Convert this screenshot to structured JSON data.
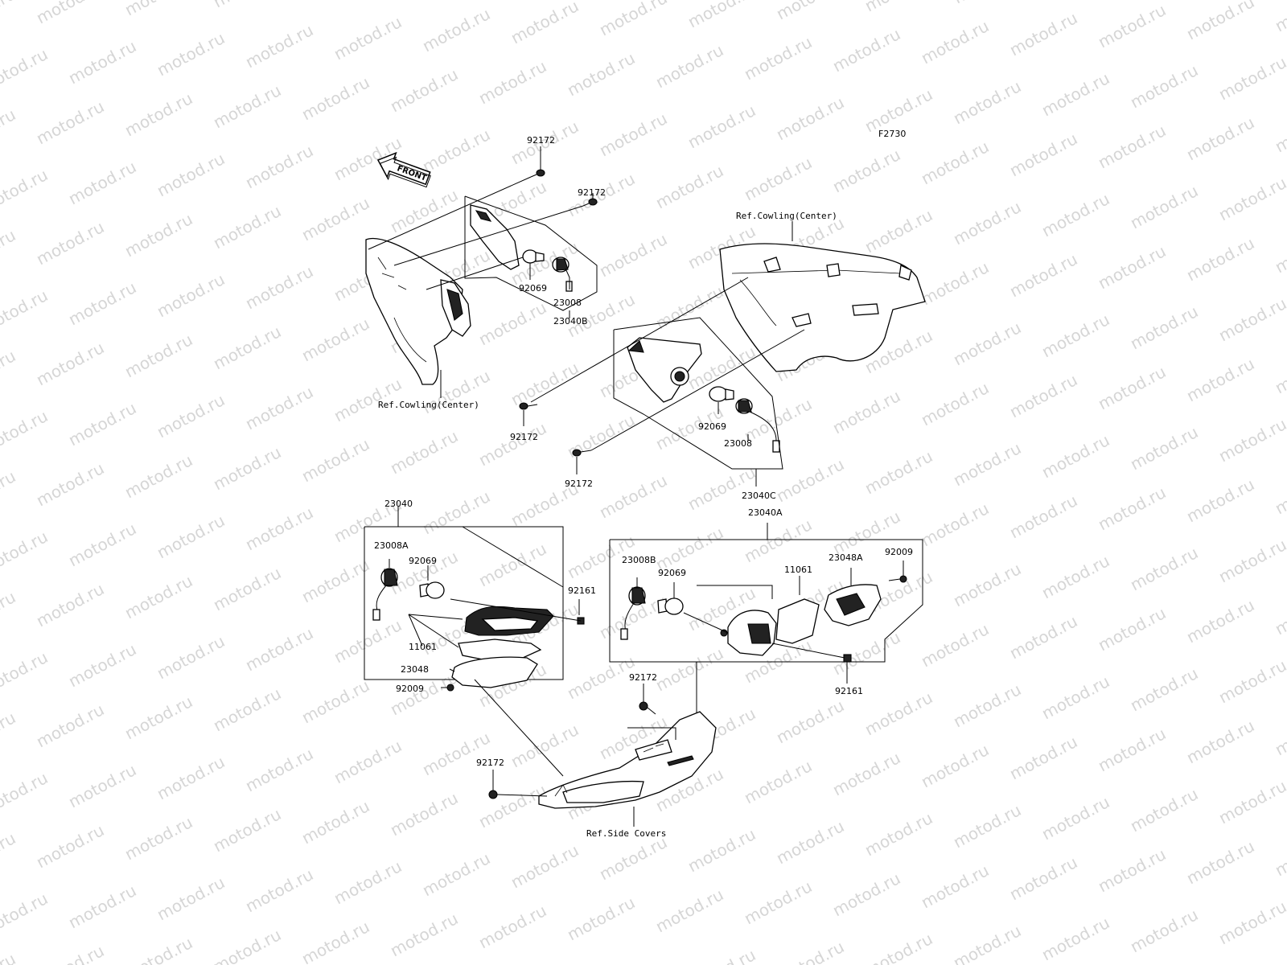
{
  "watermark": "motod.ru",
  "figure_code": "F2730",
  "front_arrow_label": "FRONT",
  "refs": {
    "cowling_center_top": "Ref.Cowling(Center)",
    "cowling_center_left": "Ref.Cowling(Center)",
    "side_covers": "Ref.Side Covers"
  },
  "parts": {
    "p92172_a": "92172",
    "p92172_b": "92172",
    "p92069_a": "92069",
    "p23008_a": "23008",
    "p23040B": "23040B",
    "p92172_c": "92172",
    "p92172_d": "92172",
    "p92069_b": "92069",
    "p23008_b": "23008",
    "p23040C": "23040C",
    "p23040": "23040",
    "p23008A": "23008A",
    "p92069_c": "92069",
    "p92161_a": "92161",
    "p11061_a": "11061",
    "p23048": "23048",
    "p92009_a": "92009",
    "p23040A": "23040A",
    "p23008B": "23008B",
    "p92069_d": "92069",
    "p11061_b": "11061",
    "p23048A": "23048A",
    "p92009_b": "92009",
    "p92161_b": "92161",
    "p92172_e": "92172",
    "p92172_f": "92172"
  }
}
